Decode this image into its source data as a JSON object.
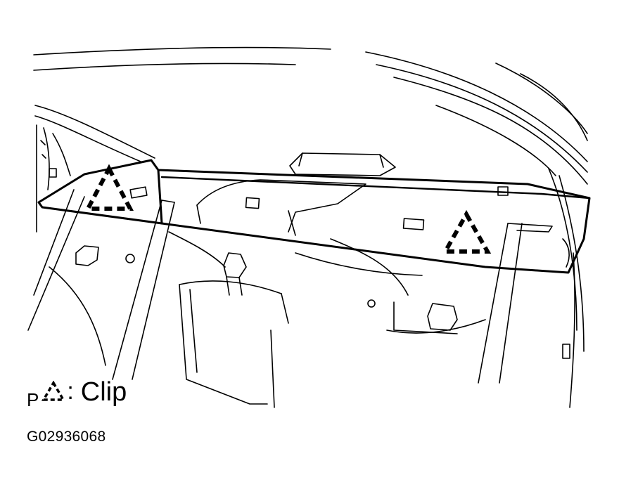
{
  "legend": {
    "prefix": "P",
    "symbol_icon": "dashed-triangle-icon",
    "separator": ":",
    "label": "Clip"
  },
  "figure_code": "G02936068",
  "colors": {
    "line": "#000000",
    "background": "#ffffff"
  }
}
